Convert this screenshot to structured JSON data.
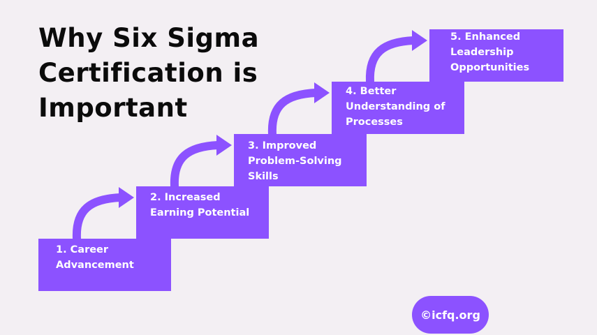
{
  "title": {
    "lines": [
      "Why Six Sigma",
      "Certification is",
      "Important"
    ]
  },
  "steps": [
    {
      "lines": [
        "1. Career",
        "Advancement"
      ]
    },
    {
      "lines": [
        "2. Increased",
        "Earning Potential"
      ]
    },
    {
      "lines": [
        "3. Improved",
        "Problem-Solving",
        "Skills"
      ]
    },
    {
      "lines": [
        "4. Better",
        "Understanding of",
        "Processes"
      ]
    },
    {
      "lines": [
        "5. Enhanced",
        "Leadership",
        "Opportunities"
      ]
    }
  ],
  "badge": {
    "text": "©icfq.org"
  },
  "colors": {
    "accent": "#8c52ff",
    "background": "#f3eff3",
    "title": "#0b0b0b"
  },
  "icons": [
    "curved-arrow-icon"
  ]
}
